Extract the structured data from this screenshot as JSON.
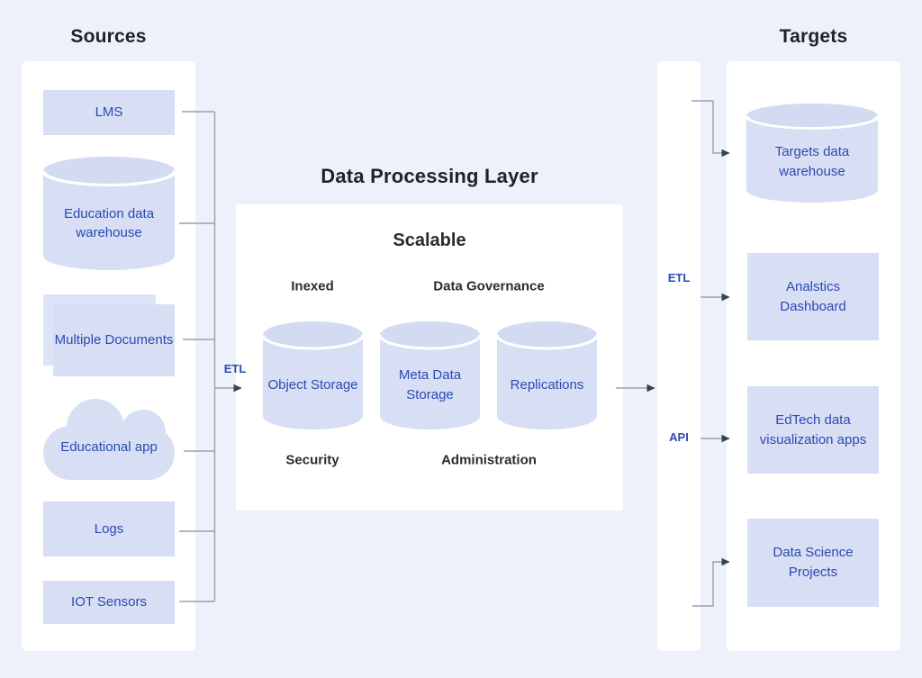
{
  "palette": {
    "background": "#edf1fa",
    "panel": "#ffffff",
    "node_fill": "#d8dff4",
    "node_fill_back": "#dee4f7",
    "cylinder_cap": "#d2dbf1",
    "accent_text": "#2b4ab2",
    "heading_text": "#1f2226",
    "connector_line": "#9aa1ab"
  },
  "headings": {
    "sources": "Sources",
    "processing": "Data Processing Layer",
    "targets": "Targets"
  },
  "sources": {
    "lms": "LMS",
    "warehouse": "Education data warehouse",
    "documents": "Multiple Documents",
    "app": "Educational app",
    "logs": "Logs",
    "iot": "IOT Sensors"
  },
  "processing": {
    "heading": "Scalable",
    "top_left": "Inexed",
    "top_right": "Data Governance",
    "bottom_left": "Security",
    "bottom_right": "Administration",
    "cyl1": "Object Storage",
    "cyl2": "Meta Data Storage",
    "cyl3": "Replications"
  },
  "connectors": {
    "etl_in": "ETL",
    "etl_out": "ETL",
    "api_out": "API"
  },
  "targets": {
    "warehouse": "Targets data warehouse",
    "analytics": "Analstics Dashboard",
    "edtech": "EdTech data visualization apps",
    "datascience": "Data Science Projects"
  }
}
